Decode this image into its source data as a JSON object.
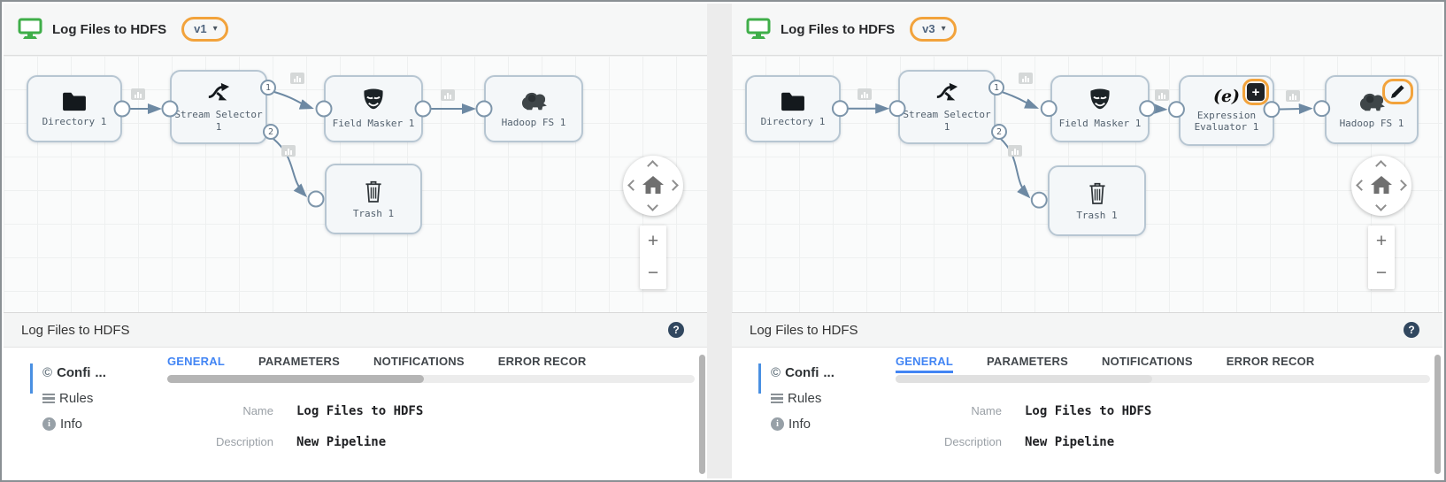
{
  "colors": {
    "annotation_orange": "#F2A33C",
    "brand_green": "#3FAE49",
    "tab_active_blue": "#4285F4",
    "edge_slate": "#6D89A3",
    "help_navy": "#31475F",
    "sidebar_accent_blue": "#4A90E2"
  },
  "panels": [
    {
      "header": {
        "title": "Log Files to HDFS",
        "version": "v1",
        "caret": "▾"
      },
      "canvas": {
        "stages": [
          {
            "label": "Directory 1"
          },
          {
            "label": "Stream Selector 1"
          },
          {
            "label": "Field Masker 1"
          },
          {
            "label": "Hadoop FS 1"
          },
          {
            "label": "Trash 1"
          }
        ],
        "output_ports": [
          "1",
          "2"
        ],
        "zoom_in_label": "+",
        "zoom_out_label": "−"
      },
      "section_title": "Log Files to HDFS",
      "help_label": "?",
      "config": {
        "sidebar": [
          {
            "label": "Confi",
            "ellipsis": "...",
            "glyph": "©"
          },
          {
            "label": "Rules"
          },
          {
            "label": "Info",
            "glyph": "i"
          }
        ],
        "tabs": [
          "GENERAL",
          "PARAMETERS",
          "NOTIFICATIONS",
          "ERROR RECOR"
        ],
        "active_tab": "GENERAL",
        "fields": [
          {
            "label": "Name",
            "value": "Log Files to HDFS"
          },
          {
            "label": "Description",
            "value": "New Pipeline"
          }
        ]
      }
    },
    {
      "header": {
        "title": "Log Files to HDFS",
        "version": "v3",
        "caret": "▾"
      },
      "canvas": {
        "stages": [
          {
            "label": "Directory 1"
          },
          {
            "label": "Stream Selector 1"
          },
          {
            "label": "Field Masker 1"
          },
          {
            "label": "Expression Evaluator 1",
            "badge": "+"
          },
          {
            "label": "Hadoop FS 1"
          },
          {
            "label": "Trash 1"
          }
        ],
        "output_ports": [
          "1",
          "2"
        ],
        "zoom_in_label": "+",
        "zoom_out_label": "−"
      },
      "section_title": "Log Files to HDFS",
      "help_label": "?",
      "config": {
        "sidebar": [
          {
            "label": "Confi",
            "ellipsis": "...",
            "glyph": "©"
          },
          {
            "label": "Rules"
          },
          {
            "label": "Info",
            "glyph": "i"
          }
        ],
        "tabs": [
          "GENERAL",
          "PARAMETERS",
          "NOTIFICATIONS",
          "ERROR RECOR"
        ],
        "active_tab": "GENERAL",
        "fields": [
          {
            "label": "Name",
            "value": "Log Files to HDFS"
          },
          {
            "label": "Description",
            "value": "New Pipeline"
          }
        ]
      }
    }
  ]
}
